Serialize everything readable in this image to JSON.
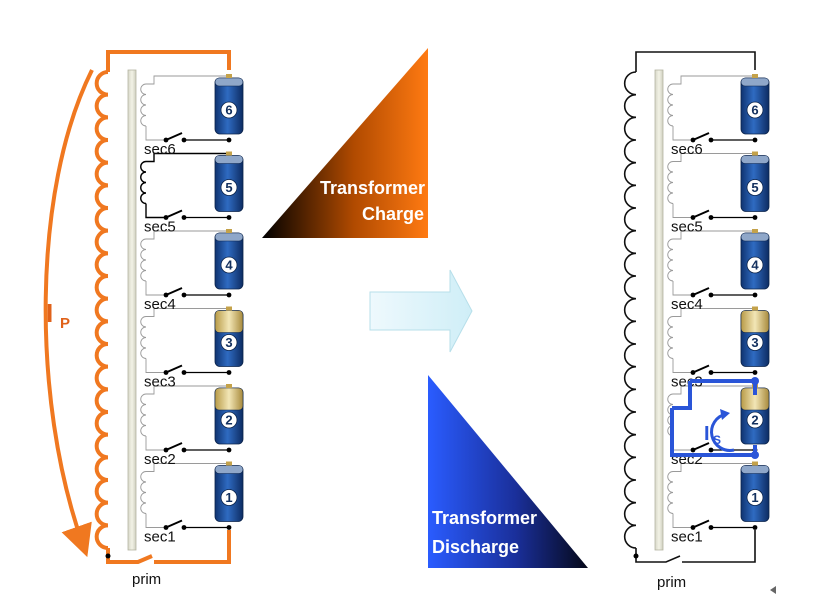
{
  "left_circuit": {
    "primary_label": "prim",
    "current_label": "I",
    "current_subscript": "P",
    "secondary_labels": [
      "sec1",
      "sec2",
      "sec3",
      "sec4",
      "sec5",
      "sec6"
    ],
    "cell_numbers": [
      "1",
      "2",
      "3",
      "4",
      "5",
      "6"
    ]
  },
  "right_circuit": {
    "primary_label": "prim",
    "current_label": "I",
    "current_subscript": "S",
    "secondary_labels": [
      "sec1",
      "sec2",
      "sec3",
      "sec4",
      "sec5",
      "sec6"
    ],
    "cell_numbers": [
      "1",
      "2",
      "3",
      "4",
      "5",
      "6"
    ]
  },
  "charge_triangle": {
    "line1": "Transformer",
    "line2": "Charge"
  },
  "discharge_triangle": {
    "line1": "Transformer",
    "line2": "Discharge"
  },
  "colors": {
    "primary_current": "#f07820",
    "secondary_current": "#2a55d8",
    "battery_body": "#1e4f9a",
    "battery_top": "#d8c27a"
  },
  "icons": [
    "battery-cell-icon",
    "switch-icon",
    "arrow-right-icon",
    "coil-icon"
  ]
}
